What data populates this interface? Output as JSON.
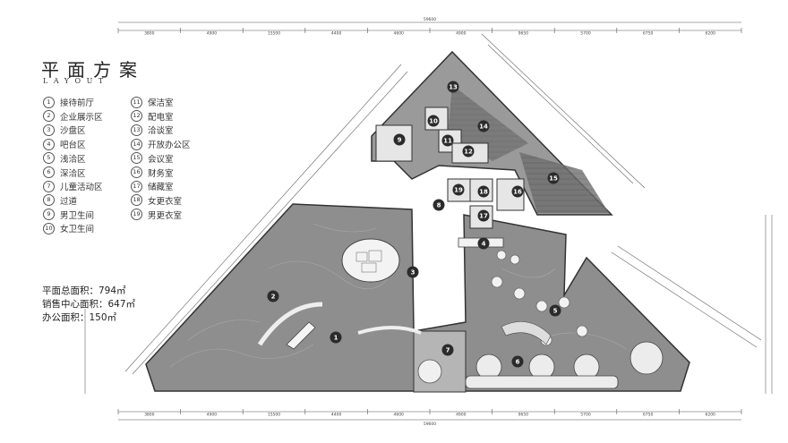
{
  "title_cn": "平面方案",
  "title_en": "LAYOUT",
  "legend": [
    {
      "num": "1",
      "label": "接待前厅"
    },
    {
      "num": "2",
      "label": "企业展示区"
    },
    {
      "num": "3",
      "label": "沙盘区"
    },
    {
      "num": "4",
      "label": "吧台区"
    },
    {
      "num": "5",
      "label": "浅洽区"
    },
    {
      "num": "6",
      "label": "深洽区"
    },
    {
      "num": "7",
      "label": "儿童活动区"
    },
    {
      "num": "8",
      "label": "过道"
    },
    {
      "num": "9",
      "label": "男卫生间"
    },
    {
      "num": "10",
      "label": "女卫生间"
    },
    {
      "num": "11",
      "label": "保洁室"
    },
    {
      "num": "12",
      "label": "配电室"
    },
    {
      "num": "13",
      "label": "洽谈室"
    },
    {
      "num": "14",
      "label": "开放办公区"
    },
    {
      "num": "15",
      "label": "会议室"
    },
    {
      "num": "16",
      "label": "财务室"
    },
    {
      "num": "17",
      "label": "储藏室"
    },
    {
      "num": "18",
      "label": "女更衣室"
    },
    {
      "num": "19",
      "label": "男更衣室"
    }
  ],
  "areas": {
    "total": "平面总面积：794㎡",
    "sales": "销售中心面积：647㎡",
    "office": "办公面积：150㎡"
  },
  "dims_top": [
    "3800",
    "4900",
    "15500",
    "4400",
    "4600",
    "4900",
    "9650",
    "5700",
    "6750",
    "6200"
  ],
  "dims_bottom": [
    "3800",
    "4900",
    "15500",
    "4400",
    "4600",
    "4900",
    "9650",
    "5700",
    "6750",
    "6200"
  ],
  "dim_total": "59600"
}
